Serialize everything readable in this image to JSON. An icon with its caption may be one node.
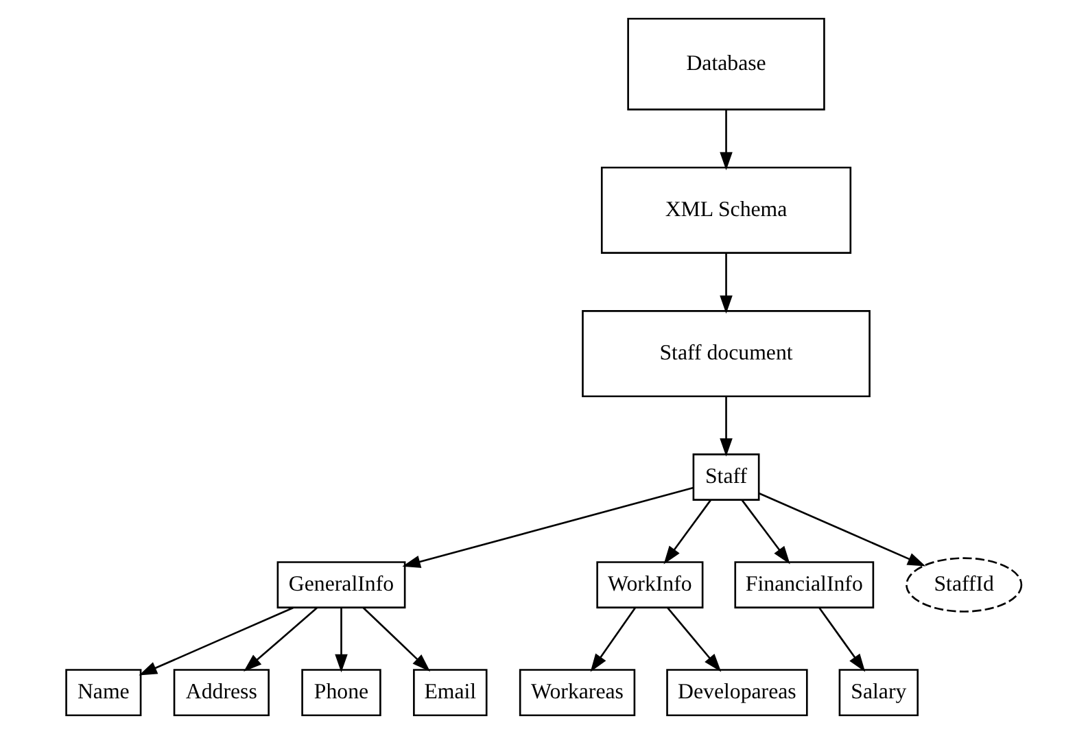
{
  "diagram": {
    "nodes": [
      {
        "text": [
          "Database"
        ]
      },
      {
        "text": [
          "XML Schema"
        ]
      },
      {
        "text": [
          "Staff document"
        ]
      },
      {
        "text": [
          "Staff"
        ]
      },
      {
        "text": [
          "GeneralInfo"
        ]
      },
      {
        "text": [
          "WorkInfo"
        ]
      },
      {
        "text": [
          "FinancialInfo"
        ]
      },
      {
        "text": [
          "StaffId"
        ]
      },
      {
        "text": [
          "Name"
        ]
      },
      {
        "text": [
          "Address"
        ]
      },
      {
        "text": [
          "Phone"
        ]
      },
      {
        "text": [
          "Email"
        ]
      },
      {
        "text": [
          "Workareas"
        ]
      },
      {
        "text": [
          "Developareas"
        ]
      },
      {
        "text": [
          "Salary"
        ]
      }
    ],
    "edges": [
      {
        "from": 0,
        "to": 1,
        "arrow": "to"
      },
      {
        "from": 1,
        "to": 2,
        "arrow": "to"
      },
      {
        "from": 2,
        "to": 3,
        "arrow": "to"
      },
      {
        "from": 3,
        "to": 4,
        "arrow": "to"
      },
      {
        "from": 3,
        "to": 5,
        "arrow": "to"
      },
      {
        "from": 3,
        "to": 6,
        "arrow": "to"
      },
      {
        "from": 3,
        "to": 7,
        "arrow": "to"
      },
      {
        "from": 4,
        "to": 8,
        "arrow": "to"
      },
      {
        "from": 4,
        "to": 9,
        "arrow": "to"
      },
      {
        "from": 4,
        "to": 10,
        "arrow": "to"
      },
      {
        "from": 4,
        "to": 11,
        "arrow": "to"
      },
      {
        "from": 5,
        "to": 12,
        "arrow": "to"
      },
      {
        "from": 5,
        "to": 13,
        "arrow": "to"
      },
      {
        "from": 6,
        "to": 14,
        "arrow": "to"
      }
    ]
  }
}
